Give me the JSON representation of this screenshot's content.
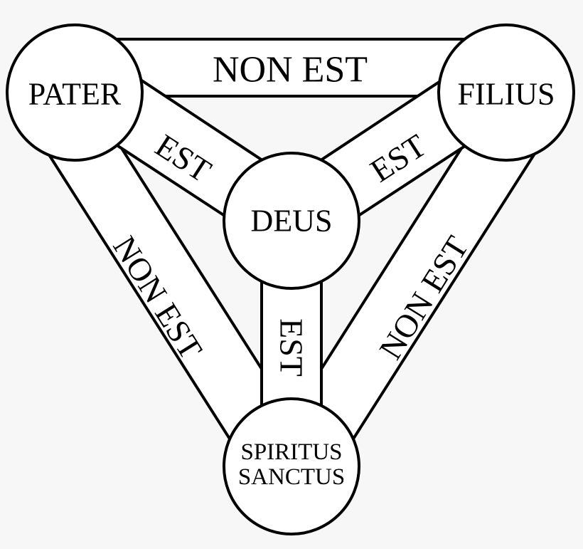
{
  "nodes": {
    "pater": "PATER",
    "filius": "FILIUS",
    "deus": "DEUS",
    "spiritus_line1": "SPIRITUS",
    "spiritus_line2": "SANCTUS"
  },
  "relations": {
    "pater_filius": "NON EST",
    "pater_spiritus": "NON EST",
    "filius_spiritus": "NON EST",
    "pater_deus": "EST",
    "filius_deus": "EST",
    "spiritus_deus": "EST"
  },
  "colors": {
    "line": "#000000",
    "fill": "#ffffff",
    "background": "#f7f7f7"
  }
}
